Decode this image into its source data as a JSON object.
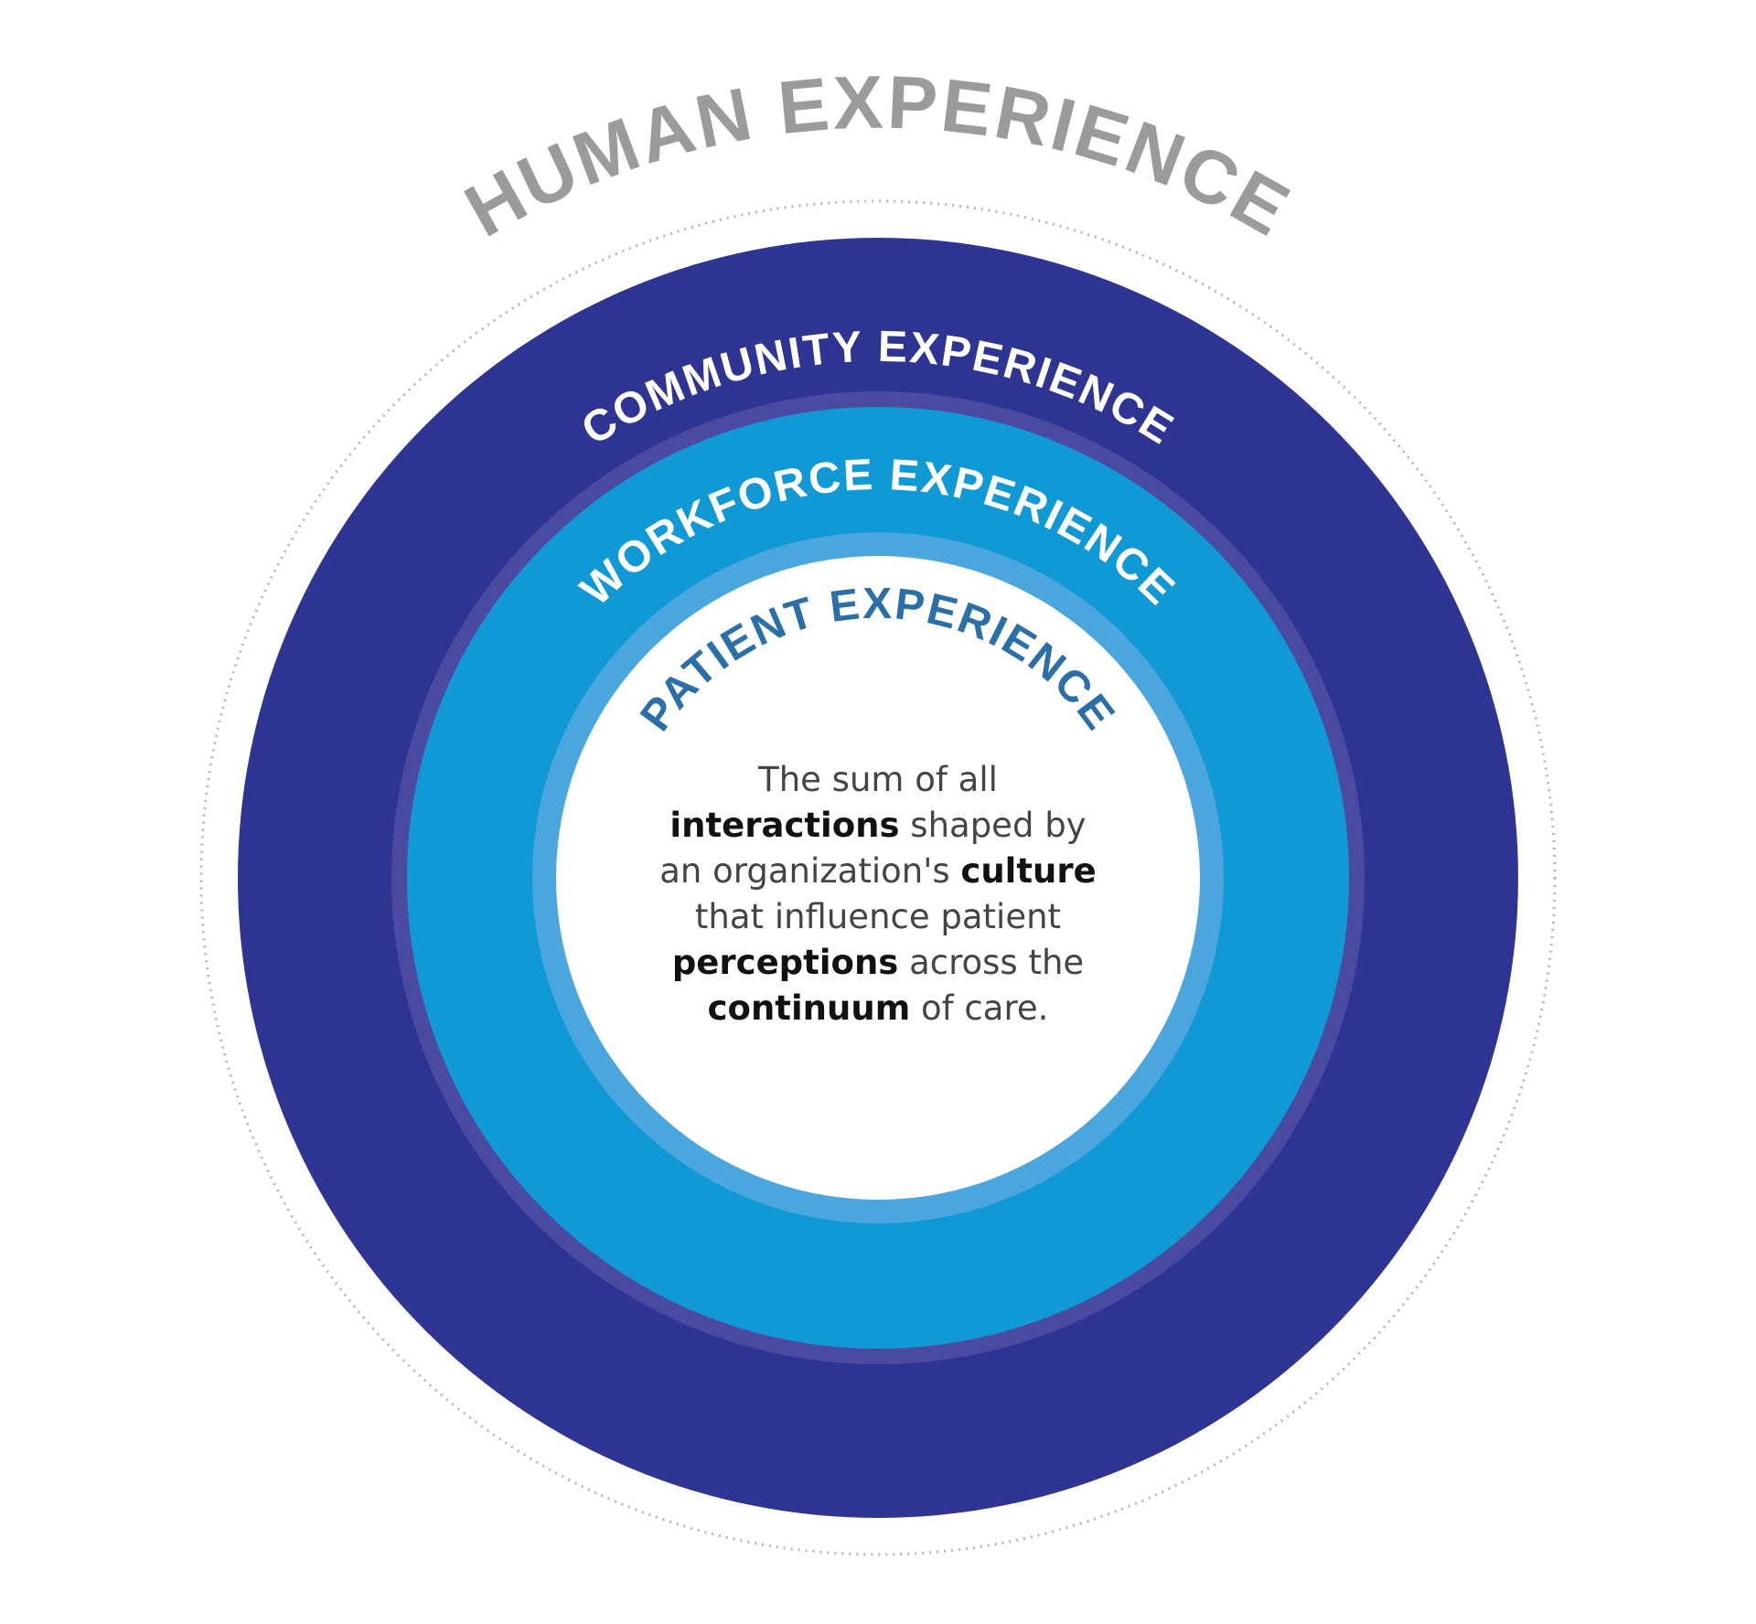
{
  "rings": {
    "human": {
      "label": "HUMAN EXPERIENCE",
      "text_color": "#9b9b9b",
      "border_color": "#b5b5b5"
    },
    "community": {
      "label": "COMMUNITY EXPERIENCE",
      "fill_color": "#2e3491",
      "text_color": "#ffffff"
    },
    "workforce": {
      "label": "WORKFORCE EXPERIENCE",
      "fill_color": "#1199d6",
      "divider_color": "#4a4aa0",
      "text_color": "#ffffff"
    },
    "patient": {
      "label": "PATIENT EXPERIENCE",
      "fill_color": "#ffffff",
      "rim_color": "#4aa6dd",
      "text_color": "#2b6fa8"
    }
  },
  "definition": {
    "line1": "The sum of all",
    "line2_bold": "interactions",
    "line2_rest": " shaped by",
    "line3_start": "an organization's ",
    "line3_bold": "culture",
    "line4": "that influence patient",
    "line5_bold": "perceptions",
    "line5_rest": " across the",
    "line6_bold": "continuum",
    "line6_rest": " of care."
  }
}
